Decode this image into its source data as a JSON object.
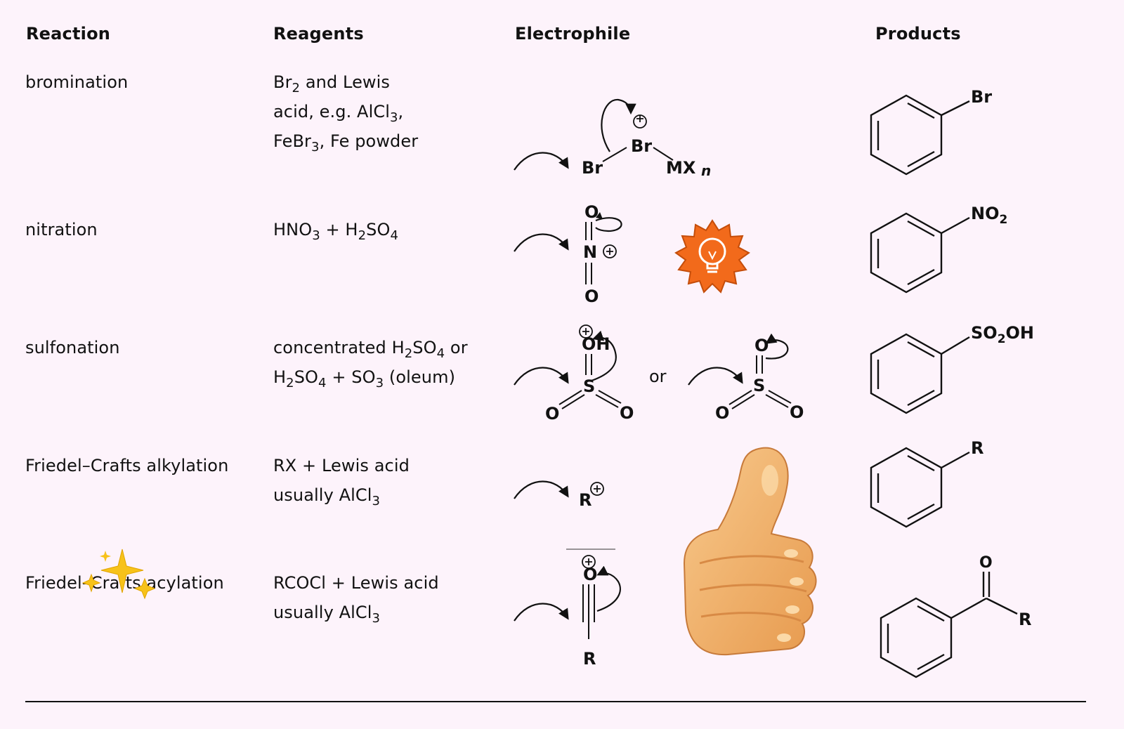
{
  "headers": {
    "reaction": "Reaction",
    "reagents": "Reagents",
    "electrophile": "Electrophile",
    "products": "Products"
  },
  "rows": [
    {
      "reaction": "bromination",
      "reagents_lines": [
        [
          "Br",
          {
            "sub": "2"
          },
          " and Lewis"
        ],
        [
          "acid, e.g. AlCl",
          {
            "sub": "3"
          },
          ","
        ],
        [
          "FeBr",
          {
            "sub": "3"
          },
          ", Fe powder"
        ]
      ],
      "electrophile_labels": [
        "Br",
        "Br",
        "MX",
        "n",
        "⊕"
      ],
      "product_substituent": "Br"
    },
    {
      "reaction": "nitration",
      "reagents_lines": [
        [
          "HNO",
          {
            "sub": "3"
          },
          " + H",
          {
            "sub": "2"
          },
          "SO",
          {
            "sub": "4"
          }
        ]
      ],
      "electrophile_labels": [
        "O",
        "N",
        "O",
        "⊕"
      ],
      "product_substituent": "NO2"
    },
    {
      "reaction": "sulfonation",
      "reagents_lines": [
        [
          "concentrated H",
          {
            "sub": "2"
          },
          "SO",
          {
            "sub": "4"
          },
          " or"
        ],
        [
          "H",
          {
            "sub": "2"
          },
          "SO",
          {
            "sub": "4"
          },
          " + SO",
          {
            "sub": "3"
          },
          " (oleum)"
        ]
      ],
      "electrophile_labels": [
        "OH",
        "S",
        "O",
        "O",
        "⊕"
      ],
      "or_text": "or",
      "electrophile2_labels": [
        "O",
        "S",
        "O",
        "O"
      ],
      "product_substituent": "SO2OH"
    },
    {
      "reaction": "Friedel–Crafts alkylation",
      "reagents_lines": [
        [
          "RX + Lewis acid"
        ],
        [
          "usually AlCl",
          {
            "sub": "3"
          }
        ]
      ],
      "electrophile_labels": [
        "R",
        "⊕"
      ],
      "product_substituent": "R"
    },
    {
      "reaction": "Friedel–Crafts acylation",
      "reagents_lines": [
        [
          "RCOCl + Lewis acid"
        ],
        [
          "usually AlCl",
          {
            "sub": "3"
          }
        ]
      ],
      "electrophile_labels": [
        "O",
        "R",
        "⊕"
      ],
      "product_labels": [
        "O",
        "R"
      ]
    }
  ],
  "icons": {
    "lightbulb_badge": {
      "color": "#f26a1b"
    },
    "thumbs_up": {
      "color": "#f4b46a"
    },
    "sparkles": {
      "color": "#f7c21a"
    }
  }
}
